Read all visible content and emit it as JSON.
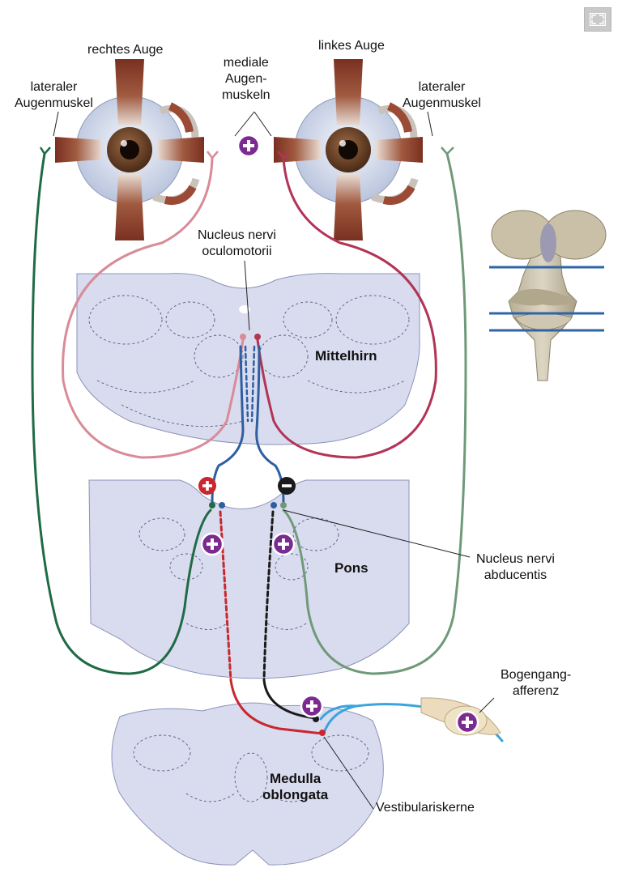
{
  "labels": {
    "right_eye": "rechtes Auge",
    "left_eye": "linkes Auge",
    "lateral_muscle_right": "lateraler\nAugenmuskel",
    "lateral_muscle_left": "lateraler\nAugenmuskel",
    "medial_muscles": "mediale\nAugen-\nmuskeln",
    "nucleus_oculomotorii": "Nucleus nervi\noculomotorii",
    "midbrain": "Mittelhirn",
    "pons": "Pons",
    "nucleus_abducentis": "Nucleus nervi\nabducentis",
    "semicircular_afferent": "Bogengang-\nafferenz",
    "medulla": "Medulla\noblongata",
    "vestibular_nuclei": "Vestibulariskerne"
  },
  "signs": {
    "plus": "+",
    "minus": "−"
  },
  "colors": {
    "excitatory_badge": "#7b2a8f",
    "red_pathway": "#c8272d",
    "black_pathway": "#1a1a1a",
    "blue_mlf": "#2f5fa0",
    "light_blue_afferent": "#3aa4dc",
    "dark_green": "#1f6b46",
    "sage_green": "#6f9a7a",
    "pink": "#d98b98",
    "crimson": "#b23456",
    "brain_tissue": "#d9dcef",
    "muscle": "#8a3a28"
  }
}
